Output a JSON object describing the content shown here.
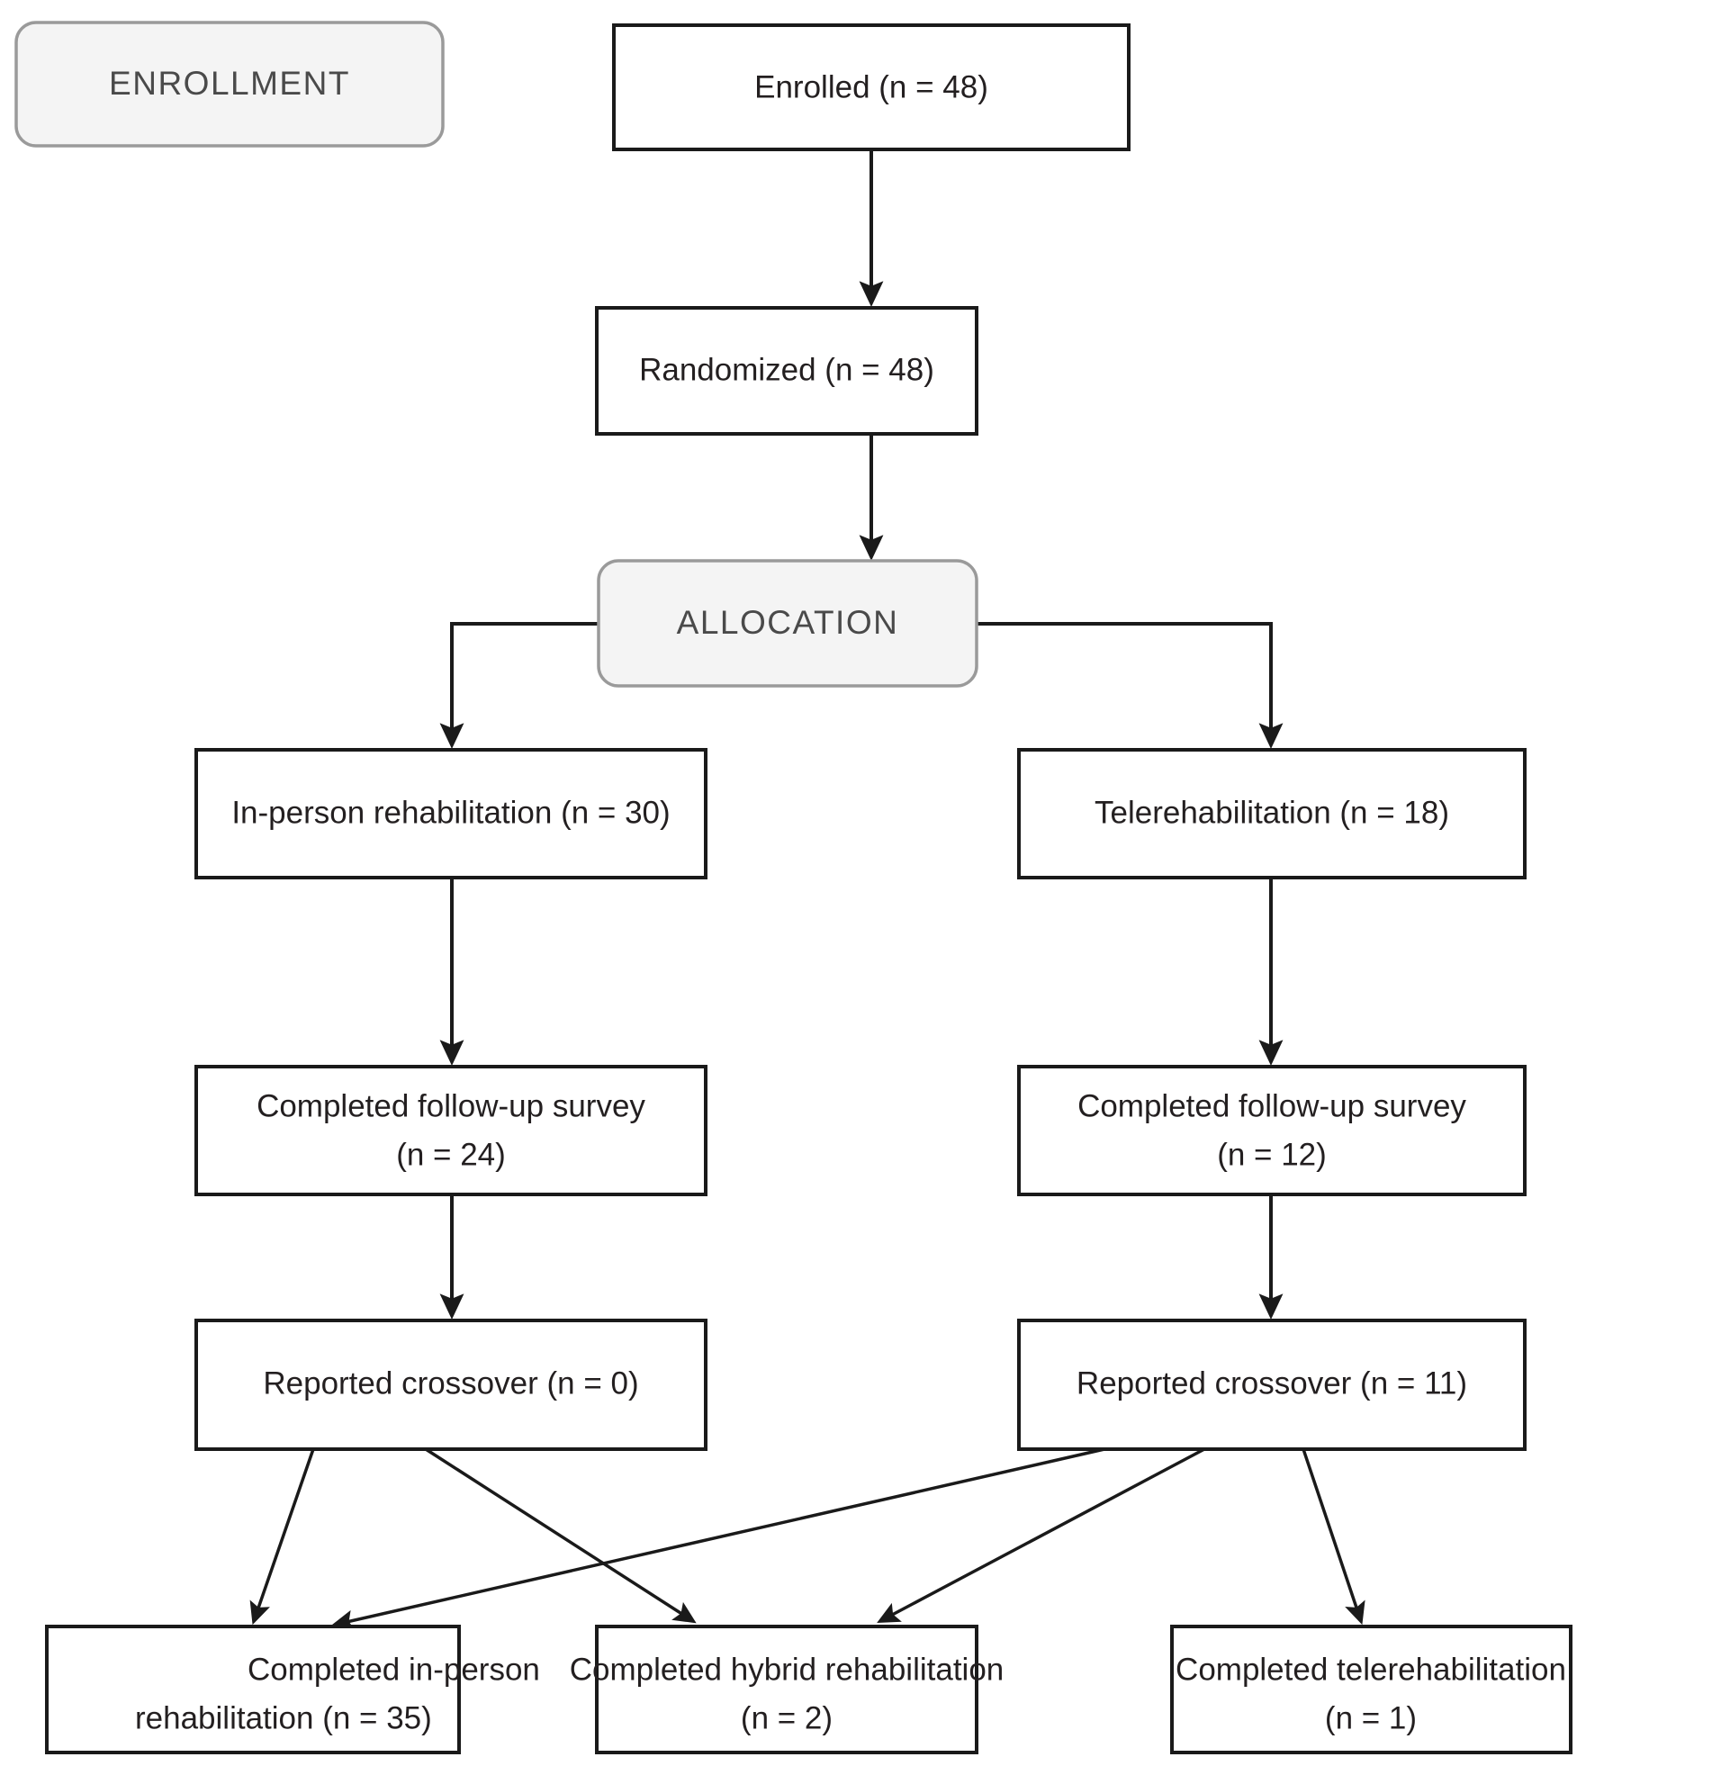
{
  "diagram": {
    "type": "consort-flow-diagram",
    "title": "CONSORT participant flow diagram",
    "colors": {
      "box_border": "#1a1a1a",
      "box_fill": "#ffffff",
      "banner_fill": "#f4f4f4",
      "banner_border": "#9a9a9a",
      "text": "#231f20",
      "banner_text": "#4a4a4a",
      "connector": "#1a1a1a",
      "background": "#ffffff"
    },
    "stage_banners": [
      {
        "id": "enrollment",
        "label": "ENROLLMENT"
      },
      {
        "id": "allocation",
        "label": "ALLOCATION"
      }
    ],
    "nodes": [
      {
        "id": "enrolled",
        "lines": [
          "Enrolled (n = 48)"
        ],
        "n": 48
      },
      {
        "id": "randomized",
        "lines": [
          "Randomized (n = 48)"
        ],
        "n": 48
      },
      {
        "id": "in-person-rehabilitation",
        "lines": [
          "In-person rehabilitation (n = 30)"
        ],
        "n": 30
      },
      {
        "id": "telerehabilitation",
        "lines": [
          "Telerehabilitation (n = 18)"
        ],
        "n": 18
      },
      {
        "id": "followup-survey-left",
        "lines": [
          "Completed follow-up survey",
          "(n = 24)"
        ],
        "n": 24
      },
      {
        "id": "followup-survey-right",
        "lines": [
          "Completed follow-up survey",
          "(n = 12)"
        ],
        "n": 12
      },
      {
        "id": "reported-crossover-left",
        "lines": [
          "Reported crossover (n = 0)"
        ],
        "n": 0
      },
      {
        "id": "reported-crossover-right",
        "lines": [
          "Reported crossover (n = 11)"
        ],
        "n": 11
      },
      {
        "id": "completed-in-person",
        "lines": [
          "Completed in-person",
          "rehabilitation (n = 35)"
        ],
        "n": 35
      },
      {
        "id": "completed-hybrid",
        "lines": [
          "Completed hybrid rehabilitation",
          "(n = 2)"
        ],
        "n": 2
      },
      {
        "id": "completed-telerehabilitation",
        "lines": [
          "Completed telerehabilitation",
          "(n = 1)"
        ],
        "n": 1
      }
    ],
    "edges": [
      {
        "from": "enrolled",
        "to": "randomized"
      },
      {
        "from": "randomized",
        "to": "allocation"
      },
      {
        "from": "allocation",
        "to": "in-person-rehabilitation"
      },
      {
        "from": "allocation",
        "to": "telerehabilitation"
      },
      {
        "from": "in-person-rehabilitation",
        "to": "followup-survey-left"
      },
      {
        "from": "telerehabilitation",
        "to": "followup-survey-right"
      },
      {
        "from": "followup-survey-left",
        "to": "reported-crossover-left"
      },
      {
        "from": "followup-survey-right",
        "to": "reported-crossover-right"
      },
      {
        "from": "reported-crossover-left",
        "to": "completed-in-person"
      },
      {
        "from": "reported-crossover-left",
        "to": "completed-hybrid"
      },
      {
        "from": "reported-crossover-right",
        "to": "completed-in-person"
      },
      {
        "from": "reported-crossover-right",
        "to": "completed-hybrid"
      },
      {
        "from": "reported-crossover-right",
        "to": "completed-telerehabilitation"
      }
    ]
  }
}
